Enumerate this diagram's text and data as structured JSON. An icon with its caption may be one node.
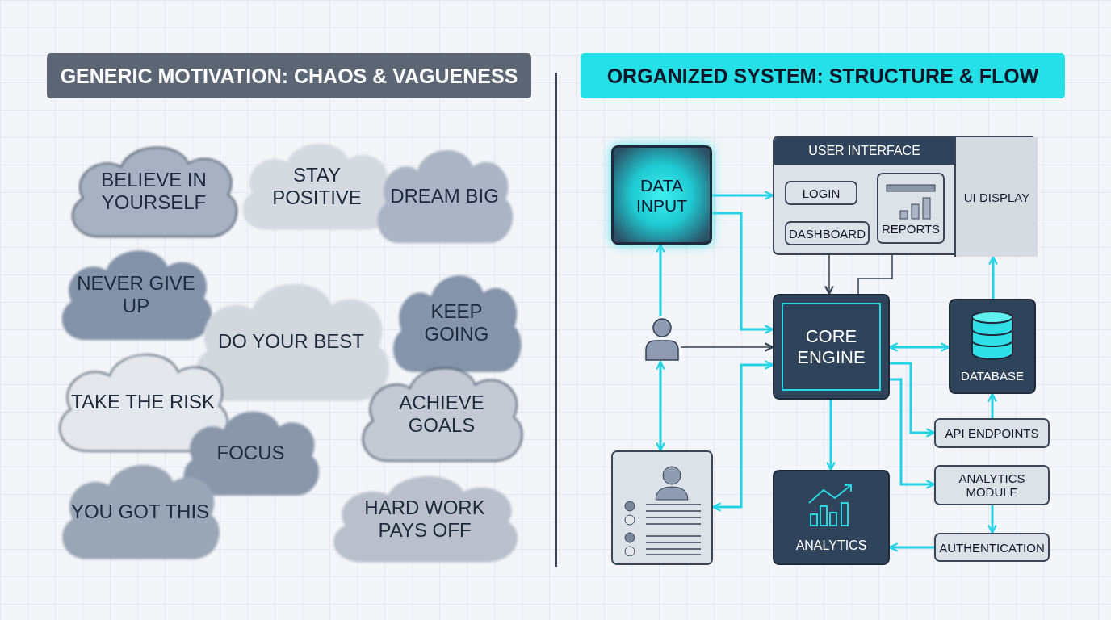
{
  "diagram": {
    "nodes": [
      {
        "text": [
          "BELIEVE IN YOURSELF"
        ]
      },
      {
        "text": [
          "STAY POSITIVE"
        ]
      },
      {
        "text": [
          "DREAM BIG"
        ]
      },
      {
        "text": [
          "NEVER GIVE UP"
        ]
      },
      {
        "text": [
          "DO YOUR BEST"
        ]
      },
      {
        "text": [
          "KEEP GOING"
        ]
      },
      {
        "text": [
          "TAKE THE RISK"
        ]
      },
      {
        "text": [
          "ACHIEVE GOALS"
        ]
      },
      {
        "text": [
          "FOCUS"
        ]
      },
      {
        "text": [
          "YOU GOT THIS"
        ]
      },
      {
        "text": [
          "HARD WORK PAYS OFF"
        ]
      },
      {
        "text": [
          "DATA INPUT"
        ]
      },
      {
        "text": [
          "USER INTERFACE"
        ]
      },
      {
        "text": [
          "LOGIN"
        ],
        "in": 12
      },
      {
        "text": [
          "DASHBOARD"
        ],
        "in": 12
      },
      {
        "text": [
          "REPORTS"
        ],
        "in": 12
      },
      {
        "text": [
          "UI DISPLAY"
        ],
        "in": 12
      },
      {
        "text": [],
        "shape": "person"
      },
      {
        "text": [
          "CORE ENGINE"
        ]
      },
      {
        "text": [
          "DATABASE"
        ]
      },
      {
        "text": [],
        "shape": "box"
      },
      {
        "text": [
          "ANALYTICS"
        ]
      },
      {
        "text": [
          "API ENDPOINTS"
        ]
      },
      {
        "text": [
          "ANALYTICS MODULE"
        ]
      },
      {
        "text": [
          "AUTHENTICATION"
        ]
      }
    ],
    "edges": [
      {
        "from": 11,
        "to": 12,
        "arrow": "to"
      },
      {
        "from": 11,
        "to": 18,
        "arrow": "to"
      },
      {
        "from": 17,
        "to": 11,
        "arrow": "to"
      },
      {
        "from": 12,
        "to": 18,
        "arrow": "to",
        "color": "#334155"
      },
      {
        "from": 12,
        "to": 18,
        "arrow": "none",
        "color": "#334155"
      },
      {
        "from": 17,
        "to": 18,
        "arrow": "to",
        "color": "#334155"
      },
      {
        "from": 18,
        "to": 19,
        "arrow": "both"
      },
      {
        "from": 19,
        "to": 16,
        "arrow": "to"
      },
      {
        "from": 18,
        "to": 22,
        "arrow": "to"
      },
      {
        "from": 18,
        "to": 23,
        "arrow": "to"
      },
      {
        "from": 22,
        "to": 19,
        "arrow": "to"
      },
      {
        "from": 23,
        "to": 24,
        "arrow": "to"
      },
      {
        "from": 24,
        "to": 21,
        "arrow": "to"
      },
      {
        "from": 18,
        "to": 21,
        "arrow": "to"
      },
      {
        "from": 17,
        "to": 20,
        "arrow": "both"
      },
      {
        "from": 20,
        "to": 18,
        "arrow": "both"
      }
    ],
    "labels": [
      "GENERIC MOTIVATION: CHAOS & VAGUENESS",
      "ORGANIZED SYSTEM: STRUCTURE & FLOW"
    ]
  }
}
